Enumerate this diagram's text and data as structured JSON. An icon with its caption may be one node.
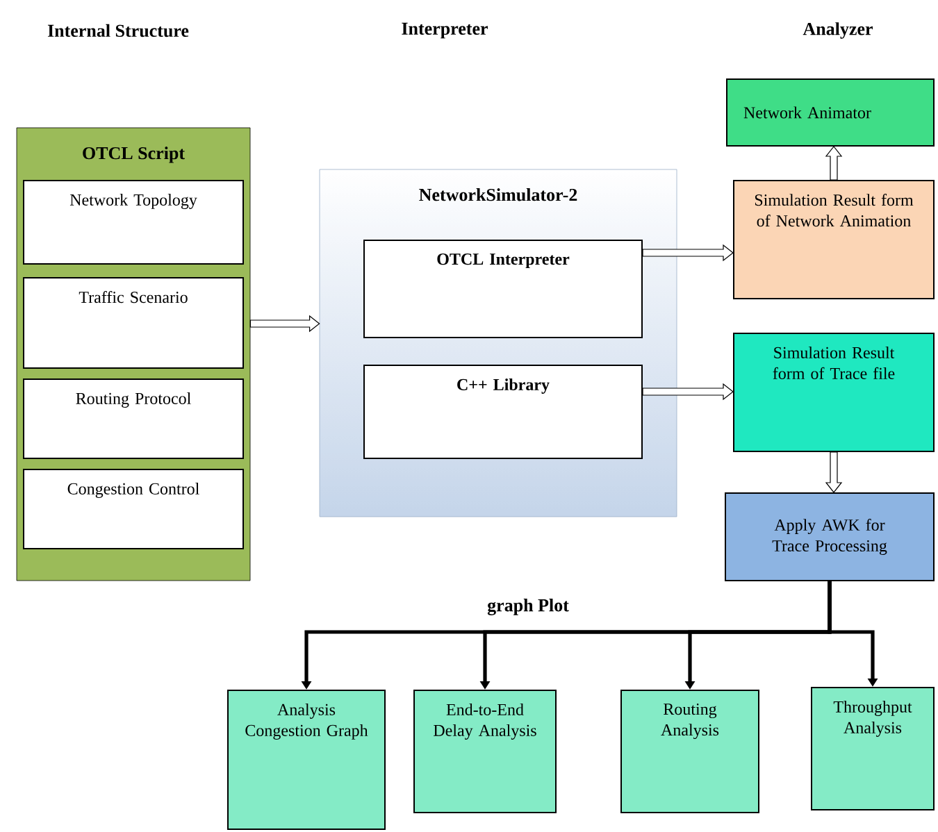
{
  "diagram": {
    "nodes": [
      {
        "text": [
          "OTCL Script"
        ]
      },
      {
        "text": [
          "Network Topology"
        ],
        "in": 0
      },
      {
        "text": [
          "Traffic Scenario"
        ],
        "in": 0
      },
      {
        "text": [
          "Routing Protocol"
        ],
        "in": 0
      },
      {
        "text": [
          "Congestion Control"
        ],
        "in": 0
      },
      {
        "text": [
          "NetworkSimulator-2"
        ]
      },
      {
        "text": [
          "OTCL Interpreter"
        ],
        "in": 5
      },
      {
        "text": [
          "C++ Library"
        ],
        "in": 5
      },
      {
        "text": [
          "Network Animator"
        ]
      },
      {
        "text": [
          "Simulation Result form of Network Animation"
        ]
      },
      {
        "text": [
          "Simulation Result form of Trace file"
        ]
      },
      {
        "text": [
          "Apply AWK for Trace Processing"
        ]
      },
      {
        "text": [
          "Analysis Congestion Graph"
        ]
      },
      {
        "text": [
          "End-to-End Delay Analysis"
        ]
      },
      {
        "text": [
          "Routing Analysis"
        ]
      },
      {
        "text": [
          "Throughput Analysis"
        ]
      }
    ],
    "edges": [
      {
        "from": 0,
        "to": 5,
        "arrow": "to"
      },
      {
        "from": 6,
        "to": 9,
        "arrow": "to"
      },
      {
        "from": 7,
        "to": 10,
        "arrow": "to"
      },
      {
        "from": 9,
        "to": 8,
        "arrow": "to"
      },
      {
        "from": 10,
        "to": 11,
        "arrow": "to"
      },
      {
        "from": 11,
        "to": 12,
        "arrow": "to"
      },
      {
        "from": 11,
        "to": 13,
        "arrow": "to"
      },
      {
        "from": 11,
        "to": 14,
        "arrow": "to"
      },
      {
        "from": 11,
        "to": 15,
        "arrow": "to"
      }
    ],
    "labels": [
      "Internal Structure",
      "Interpreter",
      "Analyzer",
      "graph Plot"
    ]
  }
}
